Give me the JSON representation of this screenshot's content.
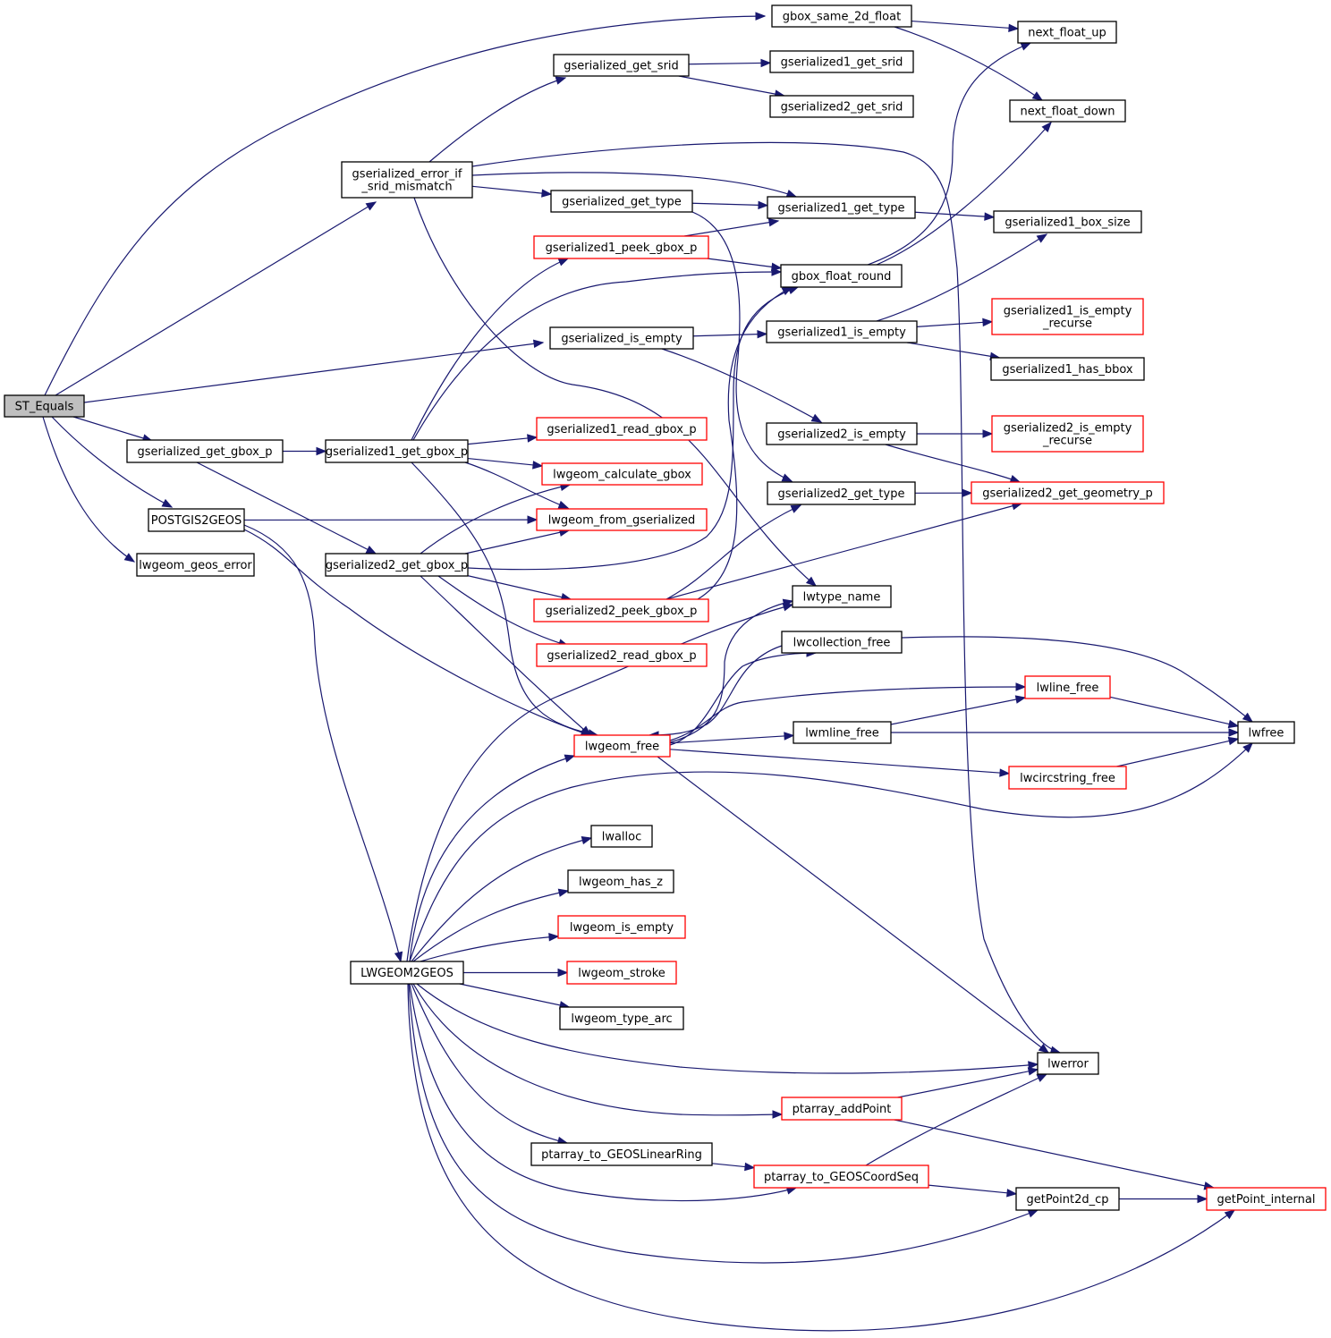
{
  "graph": {
    "root": "ST_Equals",
    "colors": {
      "edge": "#191970",
      "node_border": "#000000",
      "node_border_truncated": "#ff0000",
      "root_fill": "#bfbfbf"
    },
    "nodes": [
      {
        "id": "ST_Equals",
        "label": "ST_Equals",
        "style": "root"
      },
      {
        "id": "gbox_same_2d_float",
        "label": "gbox_same_2d_float",
        "style": "normal"
      },
      {
        "id": "next_float_up",
        "label": "next_float_up",
        "style": "normal"
      },
      {
        "id": "next_float_down",
        "label": "next_float_down",
        "style": "normal"
      },
      {
        "id": "gserialized_get_srid",
        "label": "gserialized_get_srid",
        "style": "normal"
      },
      {
        "id": "gserialized1_get_srid",
        "label": "gserialized1_get_srid",
        "style": "normal"
      },
      {
        "id": "gserialized2_get_srid",
        "label": "gserialized2_get_srid",
        "style": "normal"
      },
      {
        "id": "gserialized_error_if_srid_mismatch",
        "label": "gserialized_error_if\n_srid_mismatch",
        "style": "normal"
      },
      {
        "id": "gserialized_get_type",
        "label": "gserialized_get_type",
        "style": "normal"
      },
      {
        "id": "gserialized1_get_type",
        "label": "gserialized1_get_type",
        "style": "normal"
      },
      {
        "id": "gserialized1_box_size",
        "label": "gserialized1_box_size",
        "style": "normal"
      },
      {
        "id": "gserialized1_peek_gbox_p",
        "label": "gserialized1_peek_gbox_p",
        "style": "truncated"
      },
      {
        "id": "gbox_float_round",
        "label": "gbox_float_round",
        "style": "normal"
      },
      {
        "id": "gserialized_is_empty",
        "label": "gserialized_is_empty",
        "style": "normal"
      },
      {
        "id": "gserialized1_is_empty",
        "label": "gserialized1_is_empty",
        "style": "normal"
      },
      {
        "id": "gserialized1_is_empty_recurse",
        "label": "gserialized1_is_empty\n_recurse",
        "style": "truncated"
      },
      {
        "id": "gserialized1_has_bbox",
        "label": "gserialized1_has_bbox",
        "style": "normal"
      },
      {
        "id": "gserialized2_is_empty",
        "label": "gserialized2_is_empty",
        "style": "normal"
      },
      {
        "id": "gserialized2_is_empty_recurse",
        "label": "gserialized2_is_empty\n_recurse",
        "style": "truncated"
      },
      {
        "id": "gserialized_get_gbox_p",
        "label": "gserialized_get_gbox_p",
        "style": "normal"
      },
      {
        "id": "gserialized1_get_gbox_p",
        "label": "gserialized1_get_gbox_p",
        "style": "normal"
      },
      {
        "id": "gserialized1_read_gbox_p",
        "label": "gserialized1_read_gbox_p",
        "style": "truncated"
      },
      {
        "id": "lwgeom_calculate_gbox",
        "label": "lwgeom_calculate_gbox",
        "style": "truncated"
      },
      {
        "id": "gserialized2_get_type",
        "label": "gserialized2_get_type",
        "style": "normal"
      },
      {
        "id": "gserialized2_get_geometry_p",
        "label": "gserialized2_get_geometry_p",
        "style": "truncated"
      },
      {
        "id": "POSTGIS2GEOS",
        "label": "POSTGIS2GEOS",
        "style": "normal"
      },
      {
        "id": "lwgeom_from_gserialized",
        "label": "lwgeom_from_gserialized",
        "style": "truncated"
      },
      {
        "id": "lwgeom_geos_error",
        "label": "lwgeom_geos_error",
        "style": "normal"
      },
      {
        "id": "gserialized2_get_gbox_p",
        "label": "gserialized2_get_gbox_p",
        "style": "normal"
      },
      {
        "id": "lwtype_name",
        "label": "lwtype_name",
        "style": "normal"
      },
      {
        "id": "gserialized2_peek_gbox_p",
        "label": "gserialized2_peek_gbox_p",
        "style": "truncated"
      },
      {
        "id": "lwcollection_free",
        "label": "lwcollection_free",
        "style": "normal"
      },
      {
        "id": "gserialized2_read_gbox_p",
        "label": "gserialized2_read_gbox_p",
        "style": "truncated"
      },
      {
        "id": "lwline_free",
        "label": "lwline_free",
        "style": "truncated"
      },
      {
        "id": "lwgeom_free",
        "label": "lwgeom_free",
        "style": "truncated"
      },
      {
        "id": "lwmline_free",
        "label": "lwmline_free",
        "style": "normal"
      },
      {
        "id": "lwfree",
        "label": "lwfree",
        "style": "normal"
      },
      {
        "id": "lwcircstring_free",
        "label": "lwcircstring_free",
        "style": "truncated"
      },
      {
        "id": "lwalloc",
        "label": "lwalloc",
        "style": "normal"
      },
      {
        "id": "lwgeom_has_z",
        "label": "lwgeom_has_z",
        "style": "normal"
      },
      {
        "id": "lwgeom_is_empty",
        "label": "lwgeom_is_empty",
        "style": "truncated"
      },
      {
        "id": "LWGEOM2GEOS",
        "label": "LWGEOM2GEOS",
        "style": "normal"
      },
      {
        "id": "lwgeom_stroke",
        "label": "lwgeom_stroke",
        "style": "truncated"
      },
      {
        "id": "lwgeom_type_arc",
        "label": "lwgeom_type_arc",
        "style": "normal"
      },
      {
        "id": "lwerror",
        "label": "lwerror",
        "style": "normal"
      },
      {
        "id": "ptarray_addPoint",
        "label": "ptarray_addPoint",
        "style": "truncated"
      },
      {
        "id": "ptarray_to_GEOSLinearRing",
        "label": "ptarray_to_GEOSLinearRing",
        "style": "normal"
      },
      {
        "id": "ptarray_to_GEOSCoordSeq",
        "label": "ptarray_to_GEOSCoordSeq",
        "style": "truncated"
      },
      {
        "id": "getPoint2d_cp",
        "label": "getPoint2d_cp",
        "style": "normal"
      },
      {
        "id": "getPoint_internal",
        "label": "getPoint_internal",
        "style": "truncated"
      }
    ],
    "edges": [
      [
        "ST_Equals",
        "gbox_same_2d_float"
      ],
      [
        "ST_Equals",
        "gserialized_error_if_srid_mismatch"
      ],
      [
        "ST_Equals",
        "gserialized_is_empty"
      ],
      [
        "ST_Equals",
        "gserialized_get_gbox_p"
      ],
      [
        "ST_Equals",
        "POSTGIS2GEOS"
      ],
      [
        "ST_Equals",
        "lwgeom_geos_error"
      ],
      [
        "gbox_same_2d_float",
        "next_float_up"
      ],
      [
        "gbox_same_2d_float",
        "next_float_down"
      ],
      [
        "gserialized_get_srid",
        "gserialized1_get_srid"
      ],
      [
        "gserialized_get_srid",
        "gserialized2_get_srid"
      ],
      [
        "gserialized_error_if_srid_mismatch",
        "gserialized_get_srid"
      ],
      [
        "gserialized_error_if_srid_mismatch",
        "lwerror"
      ],
      [
        "gserialized_error_if_srid_mismatch",
        "gserialized1_get_type"
      ],
      [
        "gserialized_error_if_srid_mismatch",
        "gserialized_get_type"
      ],
      [
        "gserialized_error_if_srid_mismatch",
        "lwtype_name"
      ],
      [
        "gserialized_get_type",
        "gserialized1_get_type"
      ],
      [
        "gserialized_get_type",
        "gserialized2_get_type"
      ],
      [
        "gserialized1_get_type",
        "gserialized1_box_size"
      ],
      [
        "gserialized1_peek_gbox_p",
        "gserialized1_get_type"
      ],
      [
        "gserialized1_peek_gbox_p",
        "gbox_float_round"
      ],
      [
        "gbox_float_round",
        "next_float_up"
      ],
      [
        "gbox_float_round",
        "next_float_down"
      ],
      [
        "gserialized_is_empty",
        "gserialized1_is_empty"
      ],
      [
        "gserialized_is_empty",
        "gserialized2_is_empty"
      ],
      [
        "gserialized1_is_empty",
        "gserialized1_box_size"
      ],
      [
        "gserialized1_is_empty",
        "gserialized1_is_empty_recurse"
      ],
      [
        "gserialized1_is_empty",
        "gserialized1_has_bbox"
      ],
      [
        "gserialized2_is_empty",
        "gserialized2_is_empty_recurse"
      ],
      [
        "gserialized2_is_empty",
        "gserialized2_get_geometry_p"
      ],
      [
        "gserialized2_get_type",
        "gserialized2_get_geometry_p"
      ],
      [
        "gserialized_get_gbox_p",
        "gserialized1_get_gbox_p"
      ],
      [
        "gserialized_get_gbox_p",
        "gserialized2_get_gbox_p"
      ],
      [
        "gserialized1_get_gbox_p",
        "gserialized1_peek_gbox_p"
      ],
      [
        "gserialized1_get_gbox_p",
        "gbox_float_round"
      ],
      [
        "gserialized1_get_gbox_p",
        "gserialized1_read_gbox_p"
      ],
      [
        "gserialized1_get_gbox_p",
        "lwgeom_calculate_gbox"
      ],
      [
        "gserialized1_get_gbox_p",
        "lwgeom_from_gserialized"
      ],
      [
        "gserialized1_get_gbox_p",
        "lwgeom_free"
      ],
      [
        "gserialized2_get_gbox_p",
        "lwgeom_calculate_gbox"
      ],
      [
        "gserialized2_get_gbox_p",
        "lwgeom_from_gserialized"
      ],
      [
        "gserialized2_get_gbox_p",
        "gbox_float_round"
      ],
      [
        "gserialized2_get_gbox_p",
        "gserialized2_peek_gbox_p"
      ],
      [
        "gserialized2_get_gbox_p",
        "gserialized2_read_gbox_p"
      ],
      [
        "gserialized2_get_gbox_p",
        "lwgeom_free"
      ],
      [
        "gserialized2_peek_gbox_p",
        "gbox_float_round"
      ],
      [
        "gserialized2_peek_gbox_p",
        "gserialized2_get_type"
      ],
      [
        "gserialized2_peek_gbox_p",
        "gserialized2_get_geometry_p"
      ],
      [
        "POSTGIS2GEOS",
        "lwgeom_from_gserialized"
      ],
      [
        "POSTGIS2GEOS",
        "lwgeom_free"
      ],
      [
        "POSTGIS2GEOS",
        "LWGEOM2GEOS"
      ],
      [
        "lwgeom_free",
        "lwtype_name"
      ],
      [
        "lwgeom_free",
        "lwcollection_free"
      ],
      [
        "lwgeom_free",
        "lwline_free"
      ],
      [
        "lwgeom_free",
        "lwmline_free"
      ],
      [
        "lwgeom_free",
        "lwcircstring_free"
      ],
      [
        "lwgeom_free",
        "lwerror"
      ],
      [
        "lwcollection_free",
        "lwgeom_free"
      ],
      [
        "lwcollection_free",
        "lwfree"
      ],
      [
        "lwmline_free",
        "lwline_free"
      ],
      [
        "lwmline_free",
        "lwfree"
      ],
      [
        "lwline_free",
        "lwfree"
      ],
      [
        "lwcircstring_free",
        "lwfree"
      ],
      [
        "LWGEOM2GEOS",
        "lwtype_name"
      ],
      [
        "LWGEOM2GEOS",
        "lwgeom_free"
      ],
      [
        "LWGEOM2GEOS",
        "lwfree"
      ],
      [
        "LWGEOM2GEOS",
        "lwalloc"
      ],
      [
        "LWGEOM2GEOS",
        "lwgeom_has_z"
      ],
      [
        "LWGEOM2GEOS",
        "lwgeom_is_empty"
      ],
      [
        "LWGEOM2GEOS",
        "lwgeom_stroke"
      ],
      [
        "LWGEOM2GEOS",
        "lwgeom_type_arc"
      ],
      [
        "LWGEOM2GEOS",
        "lwerror"
      ],
      [
        "LWGEOM2GEOS",
        "ptarray_addPoint"
      ],
      [
        "LWGEOM2GEOS",
        "ptarray_to_GEOSLinearRing"
      ],
      [
        "LWGEOM2GEOS",
        "ptarray_to_GEOSCoordSeq"
      ],
      [
        "LWGEOM2GEOS",
        "getPoint2d_cp"
      ],
      [
        "LWGEOM2GEOS",
        "getPoint_internal"
      ],
      [
        "ptarray_addPoint",
        "lwerror"
      ],
      [
        "ptarray_addPoint",
        "getPoint_internal"
      ],
      [
        "ptarray_to_GEOSLinearRing",
        "ptarray_to_GEOSCoordSeq"
      ],
      [
        "ptarray_to_GEOSCoordSeq",
        "lwerror"
      ],
      [
        "ptarray_to_GEOSCoordSeq",
        "getPoint2d_cp"
      ],
      [
        "getPoint2d_cp",
        "getPoint_internal"
      ]
    ]
  }
}
